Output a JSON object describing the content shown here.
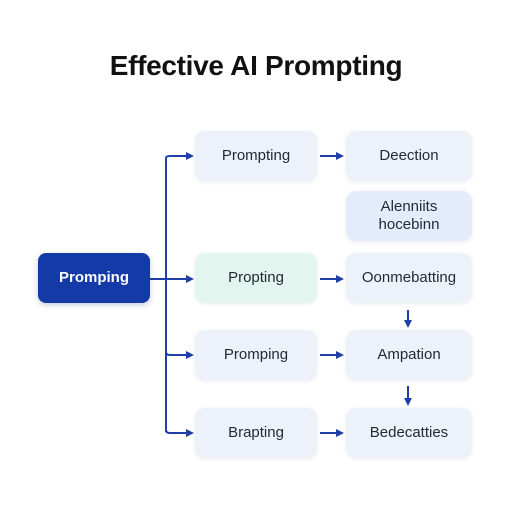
{
  "title": "Effective AI Prompting",
  "colors": {
    "source_fill": "#143aa8",
    "node_fill": "#edf2fa",
    "highlight_fill": "#e2f5ee",
    "connector": "#1f3ea8"
  },
  "source": {
    "label": "Promping"
  },
  "branches": [
    {
      "label": "Prompting"
    },
    {
      "label": "Propting"
    },
    {
      "label": "Promping"
    },
    {
      "label": "Brapting"
    }
  ],
  "outcomes": [
    {
      "label": "Deection"
    },
    {
      "label": "Alenniits\nhocebinn"
    },
    {
      "label": "Oonmebatting"
    },
    {
      "label": "Ampation"
    },
    {
      "label": "Bedecatties"
    }
  ]
}
